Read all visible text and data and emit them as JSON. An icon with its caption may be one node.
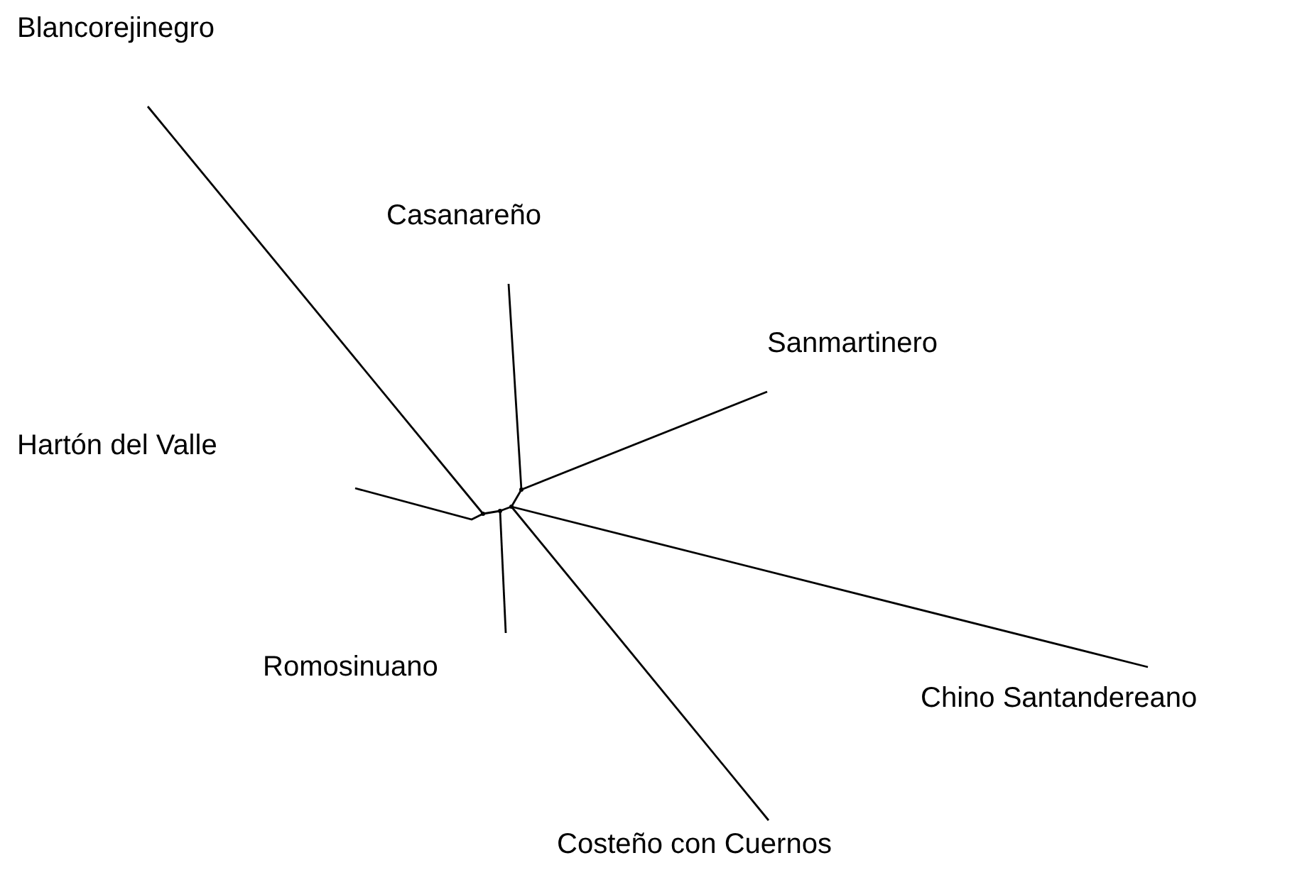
{
  "diagram": {
    "nodes": [
      {
        "text": [
          "Blancorejinegro"
        ]
      },
      {
        "text": [
          "Casanareño"
        ]
      },
      {
        "text": [
          "Sanmartinero"
        ]
      },
      {
        "text": [
          "Hartón del Valle"
        ]
      },
      {
        "text": [
          "Romosinuano"
        ]
      },
      {
        "text": [
          "Chino Santandereano"
        ]
      },
      {
        "text": [
          "Costeño con Cuernos"
        ]
      },
      {
        "text": [],
        "shape": "point"
      },
      {
        "text": [],
        "shape": "point"
      },
      {
        "text": [],
        "shape": "point"
      },
      {
        "text": [],
        "shape": "point"
      }
    ],
    "edges": [
      {
        "from": 7,
        "to": 0,
        "arrow": "none"
      },
      {
        "from": 10,
        "to": 1,
        "arrow": "none"
      },
      {
        "from": 10,
        "to": 2,
        "arrow": "none"
      },
      {
        "from": 7,
        "to": null,
        "arrow": "none"
      },
      {
        "from": 8,
        "to": 4,
        "arrow": "none"
      },
      {
        "from": 9,
        "to": 5,
        "arrow": "none"
      },
      {
        "from": 9,
        "to": 6,
        "arrow": "none"
      },
      {
        "from": 7,
        "to": 8,
        "arrow": "none"
      },
      {
        "from": 8,
        "to": 9,
        "arrow": "none"
      },
      {
        "from": 9,
        "to": 10,
        "arrow": "none"
      }
    ]
  }
}
